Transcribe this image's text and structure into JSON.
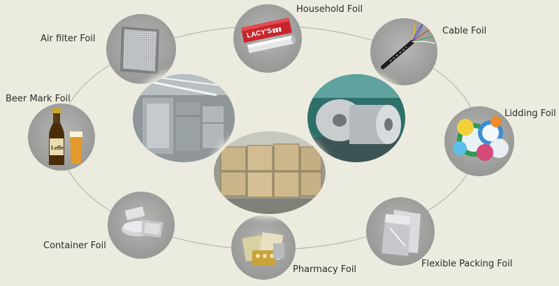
{
  "colors": {
    "background": "#ecebdf",
    "bubble": "#9d9d9b",
    "ring": "#b9b8ae",
    "text": "#2b2b2b"
  },
  "products": [
    {
      "id": "household",
      "label": "Household Foil",
      "icon": "foil-roll-box-icon",
      "brand_text": "LACY'S"
    },
    {
      "id": "cable",
      "label": "Cable Foil",
      "icon": "cable-icon"
    },
    {
      "id": "lidding",
      "label": "Lidding Foil",
      "icon": "lidding-lids-icon"
    },
    {
      "id": "flexible",
      "label": "Flexible Packing Foil",
      "icon": "foil-pouch-icon"
    },
    {
      "id": "pharmacy",
      "label": "Pharmacy Foil",
      "icon": "blister-pack-icon"
    },
    {
      "id": "container",
      "label": "Container Foil",
      "icon": "foil-container-icon"
    },
    {
      "id": "beer",
      "label": "Beer Mark Foil",
      "icon": "beer-bottle-icon",
      "brand_text": "Leffe"
    },
    {
      "id": "airfilter",
      "label": "Air filter Foil",
      "icon": "air-filter-icon"
    }
  ],
  "center_photos": [
    {
      "id": "furnace",
      "icon": "annealing-furnace-photo"
    },
    {
      "id": "coils",
      "icon": "aluminum-coils-photo"
    },
    {
      "id": "warehouse",
      "icon": "crate-warehouse-photo"
    }
  ]
}
